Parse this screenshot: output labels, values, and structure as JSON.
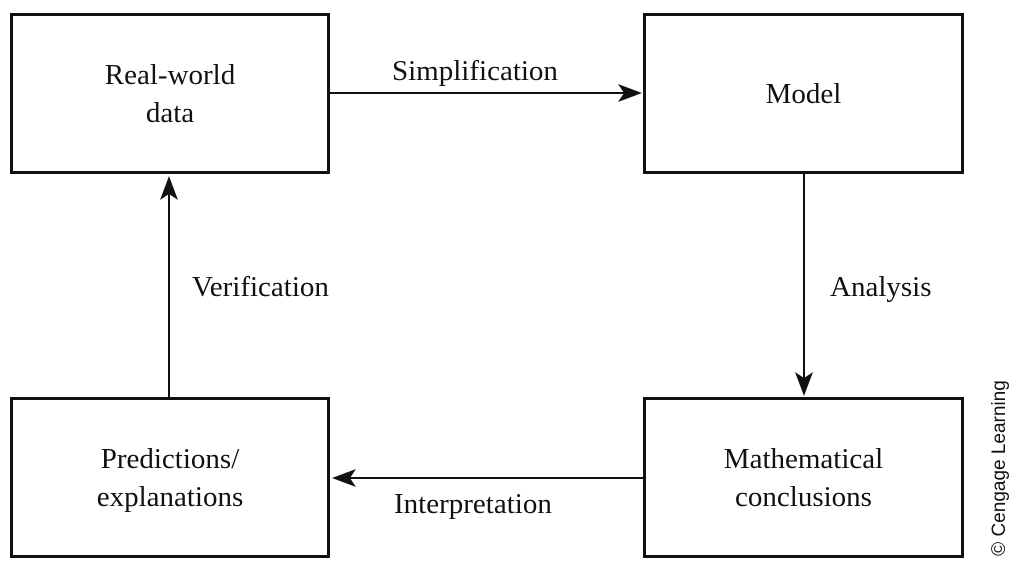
{
  "boxes": {
    "real_world": {
      "line1": "Real-world",
      "line2": "data"
    },
    "model": {
      "line1": "Model"
    },
    "predictions": {
      "line1": "Predictions/",
      "line2": "explanations"
    },
    "math": {
      "line1": "Mathematical",
      "line2": "conclusions"
    }
  },
  "edges": {
    "simplification": "Simplification",
    "analysis": "Analysis",
    "interpretation": "Interpretation",
    "verification": "Verification"
  },
  "credit": "© Cengage Learning"
}
